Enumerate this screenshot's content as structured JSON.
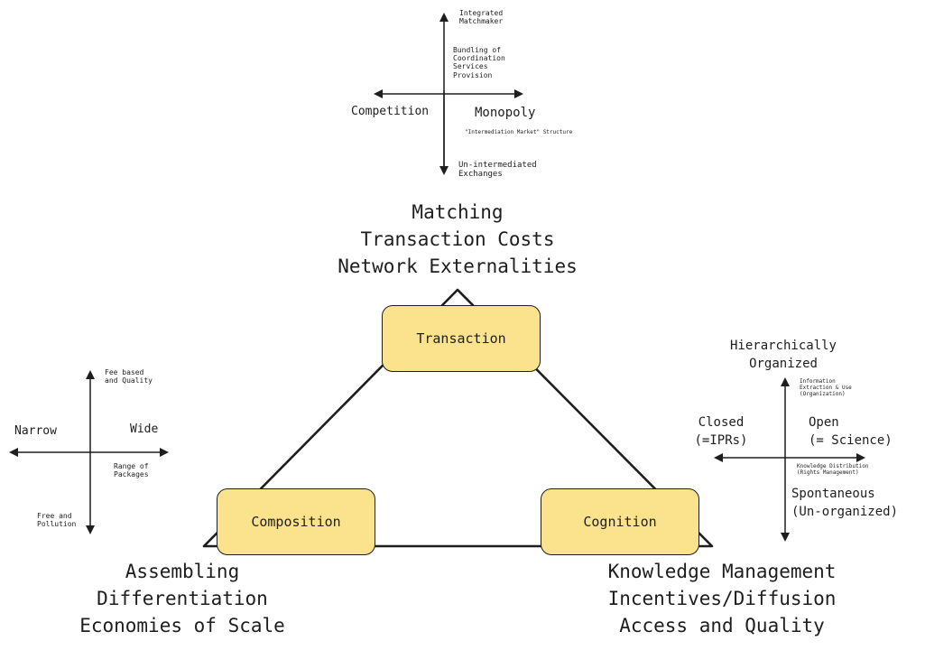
{
  "top_axis": {
    "up_label": "Integrated\nMatchmaker",
    "mid_label": "Bundling of\nCoordination\nServices\nProvision",
    "left_label": "Competition",
    "right_label": "Monopoly",
    "subtitle": "\"Intermediation Market\" Structure",
    "down_label": "Un-intermediated\nExchanges"
  },
  "top_heading": "Matching\nTransaction Costs\nNetwork Externalities",
  "nodes": {
    "transaction": "Transaction",
    "composition": "Composition",
    "cognition": "Cognition"
  },
  "left_axis": {
    "up_label": "Fee based\nand Quality",
    "left_label": "Narrow",
    "right_label": "Wide",
    "mid_label": "Range of\nPackages",
    "down_label": "Free and\nPollution"
  },
  "right_axis": {
    "top_label": "Hierarchically\nOrganized",
    "up_note": "Information\nExtraction & Use\n(Organization)",
    "left_label": "Closed\n(=IPRs)",
    "right_label": "Open\n(= Science)",
    "mid_note": "Knowledge Distribution\n(Rights Management)",
    "down_label": "Spontaneous\n(Un-organized)"
  },
  "bottom_left_heading": "Assembling\nDifferentiation\nEconomies of Scale",
  "bottom_right_heading": "Knowledge Management\nIncentives/Diffusion\nAccess and Quality"
}
